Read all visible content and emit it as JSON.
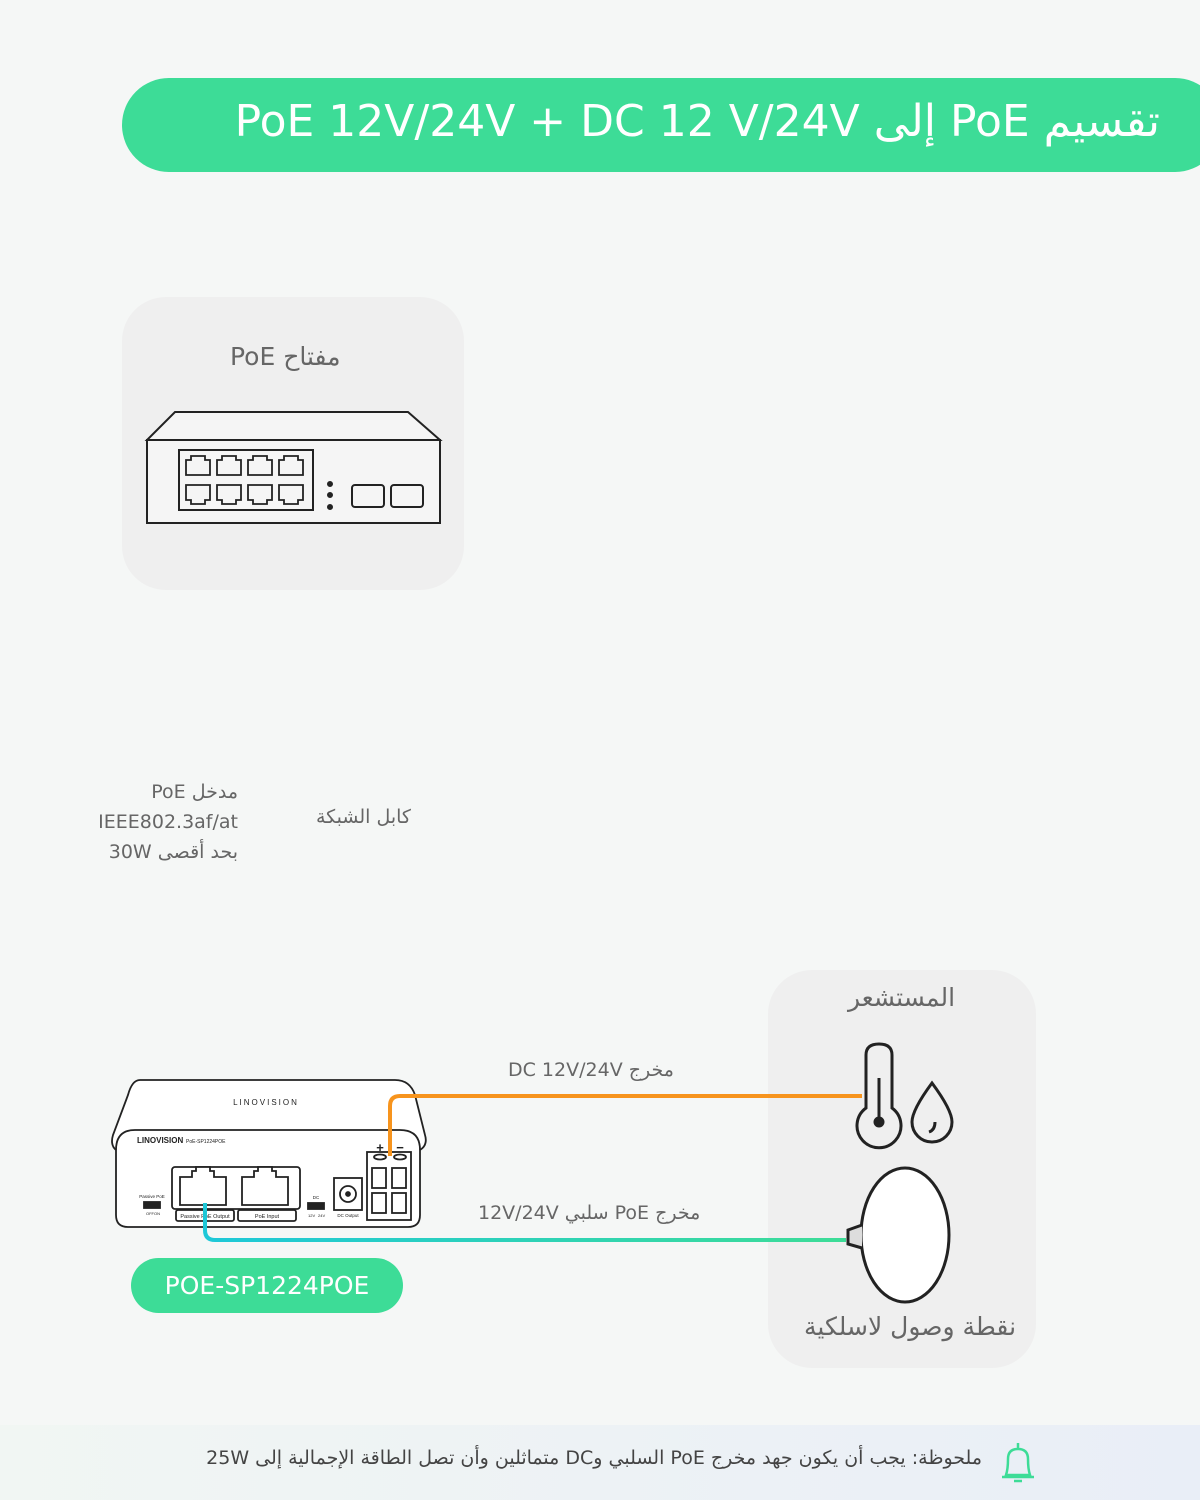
{
  "title": "تقسيم PoE إلى PoE 12V/24V + DC 12 V/24V",
  "switch_box": {
    "label": "مفتاح PoE"
  },
  "poe_input_label": [
    "مدخل PoE",
    "IEEE802.3af/at",
    "بحد أقصى 30W"
  ],
  "cable_label": "كابل الشبكة",
  "dc_output_label": "مخرج DC 12V/24V",
  "passive_output_label": "مخرج PoE سلبي 12V/24V",
  "devices_box": {
    "sensor_label": "المستشعر",
    "ap_label": "نقطة وصول لاسلكية"
  },
  "splitter": {
    "brand": "LINOVISION",
    "model_small": "PoE-SP1224POE",
    "ports": [
      "Passive PoE Output",
      "PoE Input"
    ],
    "switch_passive": "Passive PoE",
    "switch_passive_states": [
      "OFF",
      "ON"
    ],
    "switch_dc": "DC",
    "switch_dc_states": [
      "12V",
      "24V"
    ],
    "dc_output": "DC Output",
    "terminal": [
      "+",
      "−"
    ]
  },
  "model_badge": "POE-SP1224POE",
  "note": "ملحوظة: يجب أن يكون جهد مخرج PoE السلبي وDC متماثلين وأن تصل الطاقة الإجمالية إلى 25W",
  "colors": {
    "accent": "#3ddc97",
    "dc_line": "#f7941d",
    "cable": "#1ec8c8"
  }
}
